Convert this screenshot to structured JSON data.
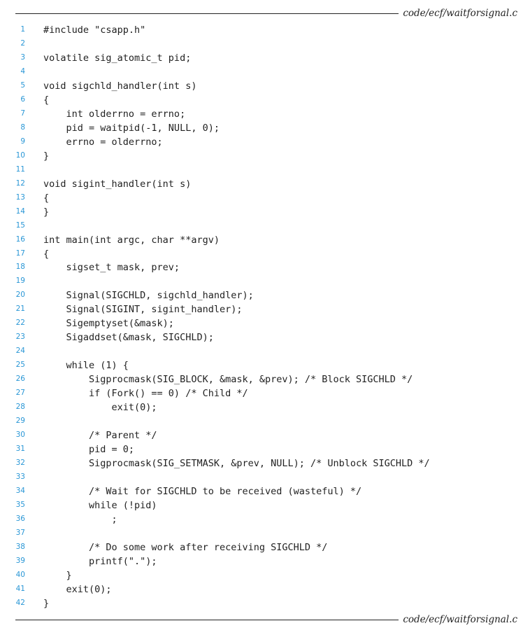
{
  "header": {
    "filename": "code/ecf/waitforsignal.c"
  },
  "footer": {
    "filename": "code/ecf/waitforsignal.c"
  },
  "lines": [
    {
      "num": "1",
      "text": "#include \"csapp.h\""
    },
    {
      "num": "2",
      "text": ""
    },
    {
      "num": "3",
      "text": "volatile sig_atomic_t pid;"
    },
    {
      "num": "4",
      "text": ""
    },
    {
      "num": "5",
      "text": "void sigchld_handler(int s)"
    },
    {
      "num": "6",
      "text": "{"
    },
    {
      "num": "7",
      "text": "    int olderrno = errno;"
    },
    {
      "num": "8",
      "text": "    pid = waitpid(-1, NULL, 0);"
    },
    {
      "num": "9",
      "text": "    errno = olderrno;"
    },
    {
      "num": "10",
      "text": "}"
    },
    {
      "num": "11",
      "text": ""
    },
    {
      "num": "12",
      "text": "void sigint_handler(int s)"
    },
    {
      "num": "13",
      "text": "{"
    },
    {
      "num": "14",
      "text": "}"
    },
    {
      "num": "15",
      "text": ""
    },
    {
      "num": "16",
      "text": "int main(int argc, char **argv)"
    },
    {
      "num": "17",
      "text": "{"
    },
    {
      "num": "18",
      "text": "    sigset_t mask, prev;"
    },
    {
      "num": "19",
      "text": ""
    },
    {
      "num": "20",
      "text": "    Signal(SIGCHLD, sigchld_handler);"
    },
    {
      "num": "21",
      "text": "    Signal(SIGINT, sigint_handler);"
    },
    {
      "num": "22",
      "text": "    Sigemptyset(&mask);"
    },
    {
      "num": "23",
      "text": "    Sigaddset(&mask, SIGCHLD);"
    },
    {
      "num": "24",
      "text": ""
    },
    {
      "num": "25",
      "text": "    while (1) {"
    },
    {
      "num": "26",
      "text": "        Sigprocmask(SIG_BLOCK, &mask, &prev); /* Block SIGCHLD */"
    },
    {
      "num": "27",
      "text": "        if (Fork() == 0) /* Child */"
    },
    {
      "num": "28",
      "text": "            exit(0);"
    },
    {
      "num": "29",
      "text": ""
    },
    {
      "num": "30",
      "text": "        /* Parent */"
    },
    {
      "num": "31",
      "text": "        pid = 0;"
    },
    {
      "num": "32",
      "text": "        Sigprocmask(SIG_SETMASK, &prev, NULL); /* Unblock SIGCHLD */"
    },
    {
      "num": "33",
      "text": ""
    },
    {
      "num": "34",
      "text": "        /* Wait for SIGCHLD to be received (wasteful) */"
    },
    {
      "num": "35",
      "text": "        while (!pid)"
    },
    {
      "num": "36",
      "text": "            ;"
    },
    {
      "num": "37",
      "text": ""
    },
    {
      "num": "38",
      "text": "        /* Do some work after receiving SIGCHLD */"
    },
    {
      "num": "39",
      "text": "        printf(\".\");"
    },
    {
      "num": "40",
      "text": "    }"
    },
    {
      "num": "41",
      "text": "    exit(0);"
    },
    {
      "num": "42",
      "text": "}"
    }
  ]
}
